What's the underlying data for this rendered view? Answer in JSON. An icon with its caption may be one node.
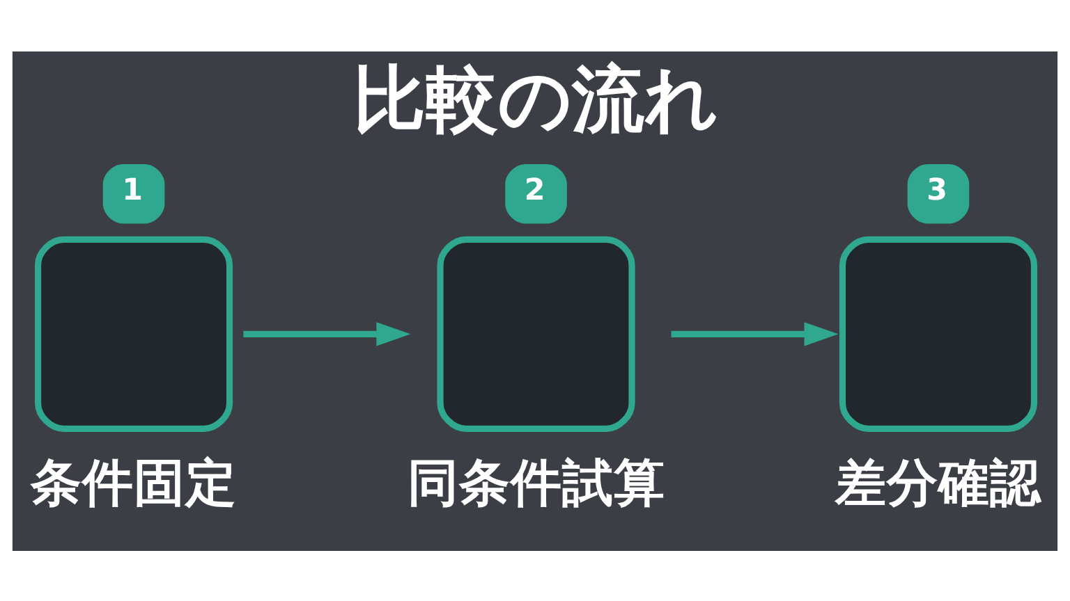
{
  "diagram": {
    "title": "比較の流れ",
    "nodes": [
      {
        "text": [
          "1",
          "条件固定"
        ]
      },
      {
        "text": [
          "2",
          "同条件試算"
        ]
      },
      {
        "text": [
          "3",
          "差分確認"
        ]
      }
    ],
    "edges": [
      {
        "from": 0,
        "to": 1,
        "arrow": "to"
      },
      {
        "from": 1,
        "to": 2,
        "arrow": "to"
      }
    ]
  }
}
